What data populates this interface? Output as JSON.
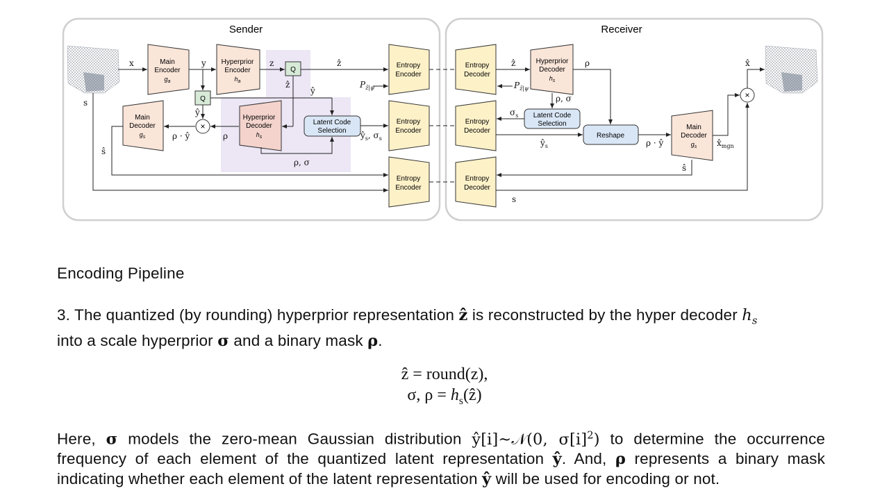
{
  "diagram": {
    "sender_title": "Sender",
    "receiver_title": "Receiver",
    "blocks": {
      "main_encoder": [
        "Main",
        "Encoder",
        "g_a"
      ],
      "hyperprior_encoder": [
        "Hyperprior",
        "Encoder",
        "h_a"
      ],
      "quantizer": "Q",
      "quantizer2": "Q",
      "entropy_encoder": [
        "Entropy",
        "Encoder"
      ],
      "entropy_decoder": [
        "Entropy",
        "Decoder"
      ],
      "main_decoder": [
        "Main",
        "Decoder",
        "g_s"
      ],
      "hyperprior_decoder": [
        "Hyperprior",
        "Decoder",
        "h_s"
      ],
      "latent_code_selection": [
        "Latent Code",
        "Selection"
      ],
      "reshape": "Reshape",
      "multiply": "×"
    },
    "labels": {
      "x": "x",
      "y": "y",
      "z": "z",
      "z_hat": "ẑ",
      "y_hat": "ŷ",
      "s": "s",
      "s_hat": "ŝ",
      "rho": "ρ",
      "rho_y": "ρ · ŷ",
      "rho_sigma": "ρ, σ",
      "ys_sigmas": "ŷ",
      "sigma_s": "σ",
      "p_z": "P",
      "p_z_sub": "ẑ|ψ",
      "x_hat": "x̂",
      "x_hat_mgn": "x̂",
      "mgn": "mgn",
      "ys": "ŷ",
      "sub_s": "s"
    }
  },
  "heading": "Encoding Pipeline",
  "para1": {
    "prefix": "3. The quantized (by rounding) hyperprior representation ",
    "z_hat": "ẑ",
    "mid": " is reconstructed by the hyper decoder ",
    "h": "h",
    "h_sub": "s",
    "line2a": "into a scale hyperprior ",
    "sigma": "σ",
    "line2b": " and a binary mask ",
    "rho": "ρ",
    "line2c": "."
  },
  "equations": {
    "eq1": "ẑ = round(z),",
    "eq2_lhs": "σ, ρ = ",
    "eq2_h": "h",
    "eq2_sub": "s",
    "eq2_arg": "(ẑ)"
  },
  "para2": {
    "a": "Here, ",
    "sigma": "σ",
    "b": " models the zero-mean Gaussian distribution ",
    "dist": "ŷ[i]~𝒩(0, σ[i]",
    "dist_sup": "2",
    "dist_end": ")",
    "c": " to determine the occurrence frequency of each element of the quantized latent representation ",
    "y_hat": "ŷ",
    "d": ". And, ",
    "rho": "ρ",
    "e": " represents a binary mask indicating whether each element of the latent representation ",
    "y_hat2": "ŷ",
    "f": " will be used for encoding or not."
  }
}
